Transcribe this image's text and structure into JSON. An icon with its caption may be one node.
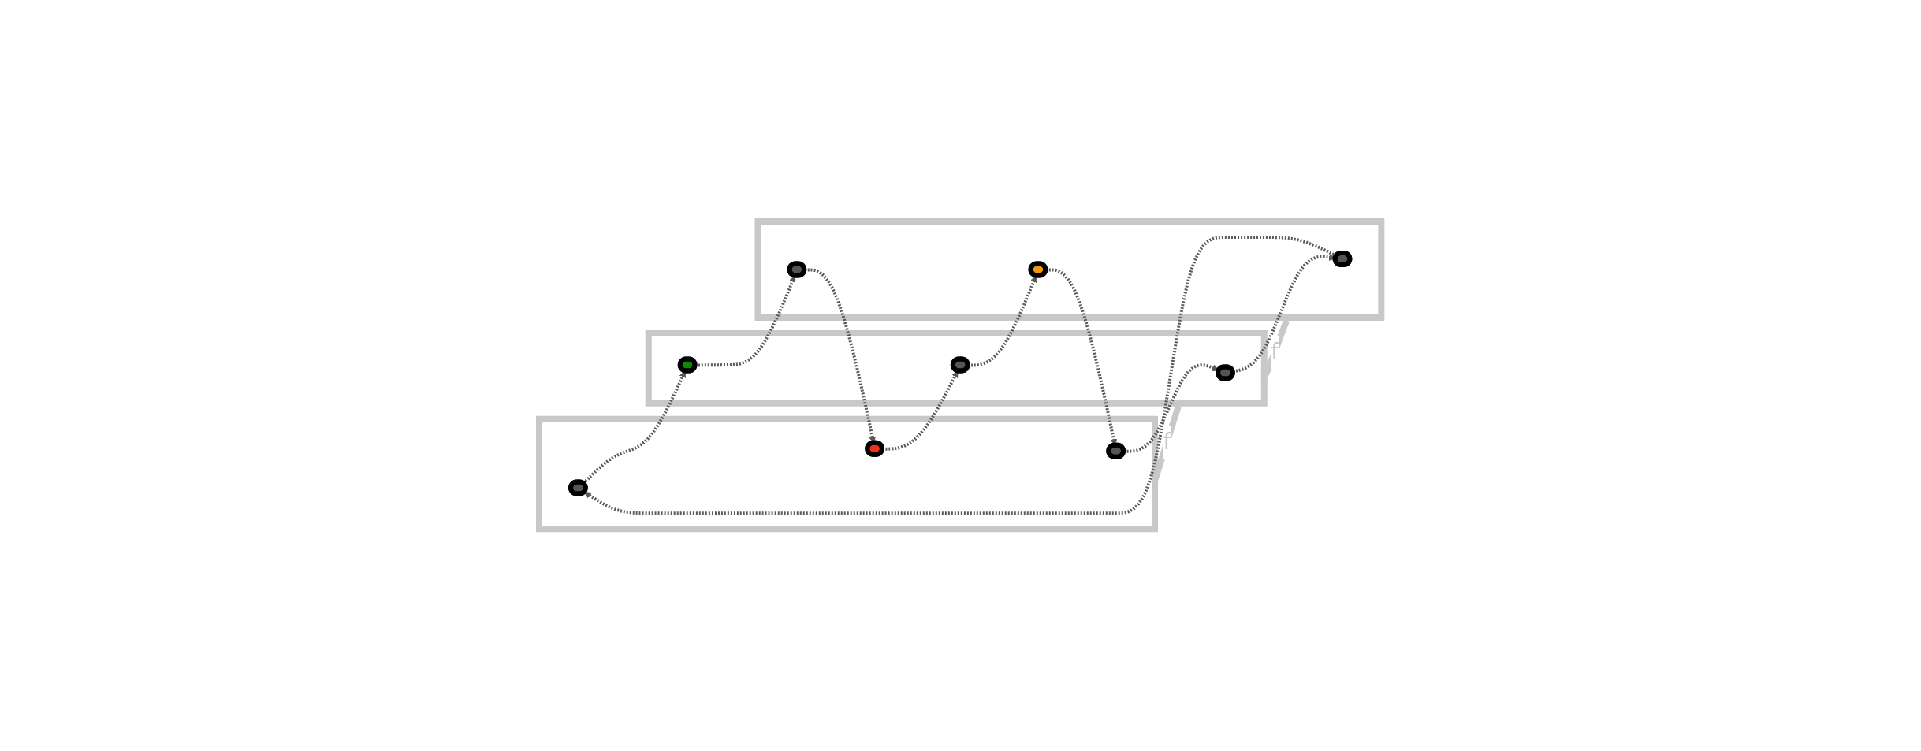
{
  "diagram": {
    "nodes": [
      {
        "text": [],
        "shape": "box"
      },
      {
        "text": [],
        "shape": "pill",
        "in": 0
      },
      {
        "text": [],
        "shape": "pill",
        "in": 0
      },
      {
        "text": [],
        "shape": "pill",
        "in": 0
      },
      {
        "text": [],
        "shape": "box"
      },
      {
        "text": [],
        "shape": "pill",
        "in": 4
      },
      {
        "text": [],
        "shape": "pill",
        "in": 4
      },
      {
        "text": [],
        "shape": "pill",
        "in": 4
      },
      {
        "text": [],
        "shape": "box"
      },
      {
        "text": [],
        "shape": "pill",
        "in": 8
      },
      {
        "text": [],
        "shape": "pill",
        "in": 8
      },
      {
        "text": [],
        "shape": "pill",
        "in": 8
      }
    ],
    "edges": [
      {
        "from": 0,
        "to": 4,
        "arrow": "to",
        "label": "f",
        "style": "thick",
        "color": "#c8c8c8"
      },
      {
        "from": 4,
        "to": 8,
        "arrow": "to",
        "label": "f",
        "style": "thick",
        "color": "#c8c8c8"
      },
      {
        "from": 1,
        "to": 6,
        "arrow": "to",
        "style": "dashed"
      },
      {
        "from": 3,
        "to": 5,
        "arrow": "to",
        "style": "dashed"
      },
      {
        "from": 11,
        "to": 2,
        "arrow": "to",
        "style": "dashed"
      },
      {
        "from": 10,
        "to": 3,
        "arrow": "to",
        "style": "dashed"
      },
      {
        "from": 5,
        "to": 9,
        "arrow": "to",
        "style": "dashed"
      },
      {
        "from": 6,
        "to": 11,
        "arrow": "to",
        "style": "dashed"
      },
      {
        "from": 2,
        "to": 7,
        "arrow": "to",
        "style": "dashed"
      },
      {
        "from": 7,
        "to": 10,
        "arrow": "to",
        "style": "dashed"
      },
      {
        "from": 9,
        "to": 1,
        "arrow": "to",
        "style": "dashed"
      }
    ]
  }
}
